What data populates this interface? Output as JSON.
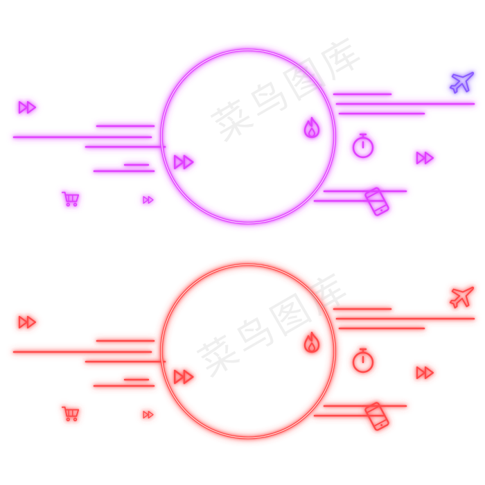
{
  "watermark": {
    "text": "菜鸟图库"
  },
  "frames": [
    {
      "name": "magenta",
      "color": "#e040ff",
      "core": "#fbd6ff"
    },
    {
      "name": "coral",
      "color": "#ff4a4a",
      "core": "#ffd9d6"
    }
  ],
  "icons": [
    "fast-forward-icon",
    "flame-icon",
    "stopwatch-icon",
    "airplane-icon",
    "shopping-cart-icon",
    "smartphone-icon"
  ]
}
